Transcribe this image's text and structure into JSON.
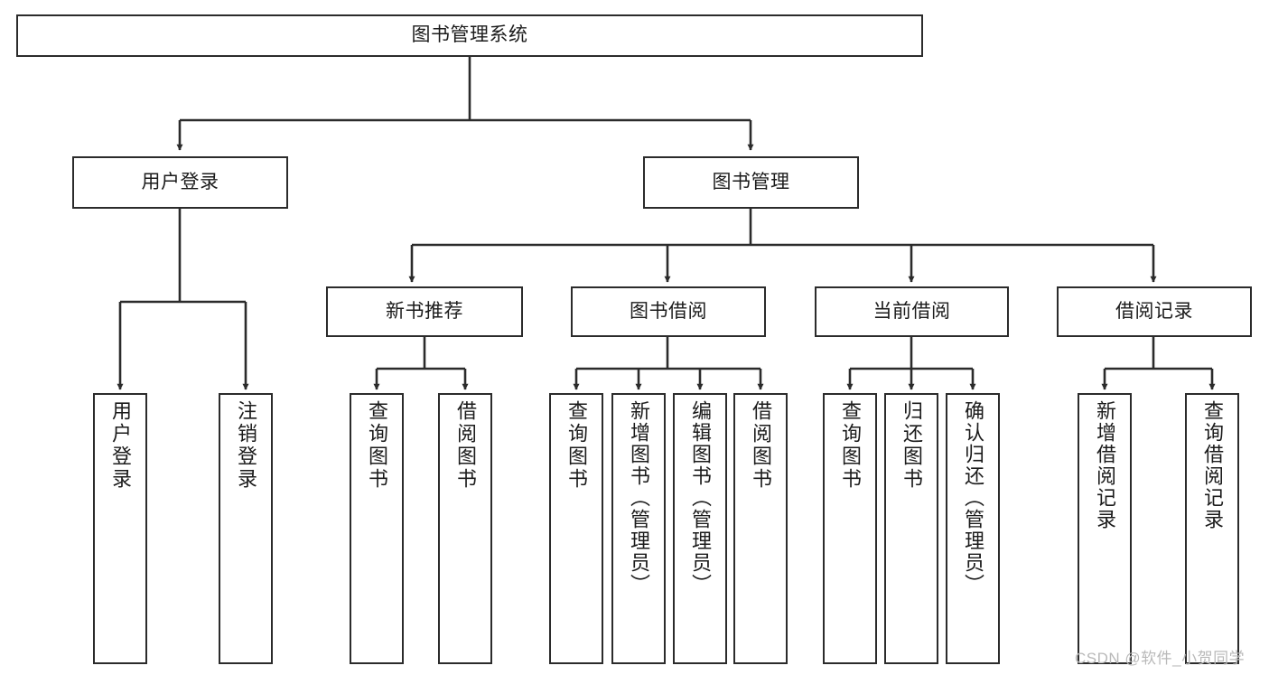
{
  "diagram": {
    "title": "图书管理系统",
    "type": "tree-hierarchy-chart",
    "root": {
      "id": "root",
      "label": "图书管理系统"
    },
    "level1": [
      {
        "id": "user-login",
        "label": "用户登录"
      },
      {
        "id": "book-management",
        "label": "图书管理"
      }
    ],
    "level2": [
      {
        "id": "new-book-recommend",
        "label": "新书推荐",
        "parent": "book-management"
      },
      {
        "id": "book-borrow",
        "label": "图书借阅",
        "parent": "book-management"
      },
      {
        "id": "current-borrow",
        "label": "当前借阅",
        "parent": "book-management"
      },
      {
        "id": "borrow-record",
        "label": "借阅记录",
        "parent": "book-management"
      }
    ],
    "leaves": [
      {
        "id": "leaf-user-login",
        "label": "用户登录",
        "parent": "user-login"
      },
      {
        "id": "leaf-logout",
        "label": "注销登录",
        "parent": "user-login"
      },
      {
        "id": "leaf-query-book-1",
        "label": "查询图书",
        "parent": "new-book-recommend"
      },
      {
        "id": "leaf-borrow-book-1",
        "label": "借阅图书",
        "parent": "new-book-recommend"
      },
      {
        "id": "leaf-query-book-2",
        "label": "查询图书",
        "parent": "book-borrow"
      },
      {
        "id": "leaf-add-book",
        "label": "新增图书（管理员）",
        "parent": "book-borrow"
      },
      {
        "id": "leaf-edit-book",
        "label": "编辑图书（管理员）",
        "parent": "book-borrow"
      },
      {
        "id": "leaf-borrow-book-2",
        "label": "借阅图书",
        "parent": "book-borrow"
      },
      {
        "id": "leaf-query-book-3",
        "label": "查询图书",
        "parent": "current-borrow"
      },
      {
        "id": "leaf-return-book",
        "label": "归还图书",
        "parent": "current-borrow"
      },
      {
        "id": "leaf-confirm-return",
        "label": "确认归还（管理员）",
        "parent": "current-borrow"
      },
      {
        "id": "leaf-add-record",
        "label": "新增借阅记录",
        "parent": "borrow-record"
      },
      {
        "id": "leaf-query-record",
        "label": "查询借阅记录",
        "parent": "borrow-record"
      }
    ]
  },
  "watermark": {
    "text": "CSDN @软件_小贺同学"
  },
  "colors": {
    "stroke": "#2b2b2b",
    "fill": "#ffffff",
    "text": "#1b1b1b",
    "watermark": "#b9b9b9"
  }
}
